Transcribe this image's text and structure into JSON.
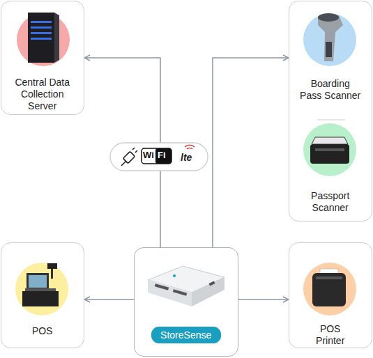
{
  "diagram": {
    "nodes": [
      {
        "text": [
          "Central Data Collection Server"
        ]
      },
      {
        "text": [
          "Boarding Pass Scanner",
          "Passport Scanner"
        ]
      },
      {
        "text": [
          "POS"
        ]
      },
      {
        "text": [
          "StoreSense"
        ]
      },
      {
        "text": [
          "POS Printer"
        ]
      }
    ],
    "edges": [
      {
        "from": 3,
        "to": 0,
        "arrow": "to"
      },
      {
        "from": 3,
        "to": 1,
        "arrow": "to"
      },
      {
        "from": 3,
        "to": 2,
        "arrow": "to"
      },
      {
        "from": 3,
        "to": 4,
        "arrow": "to"
      }
    ],
    "labels": [
      "Wi",
      "Fi",
      "lte"
    ]
  }
}
